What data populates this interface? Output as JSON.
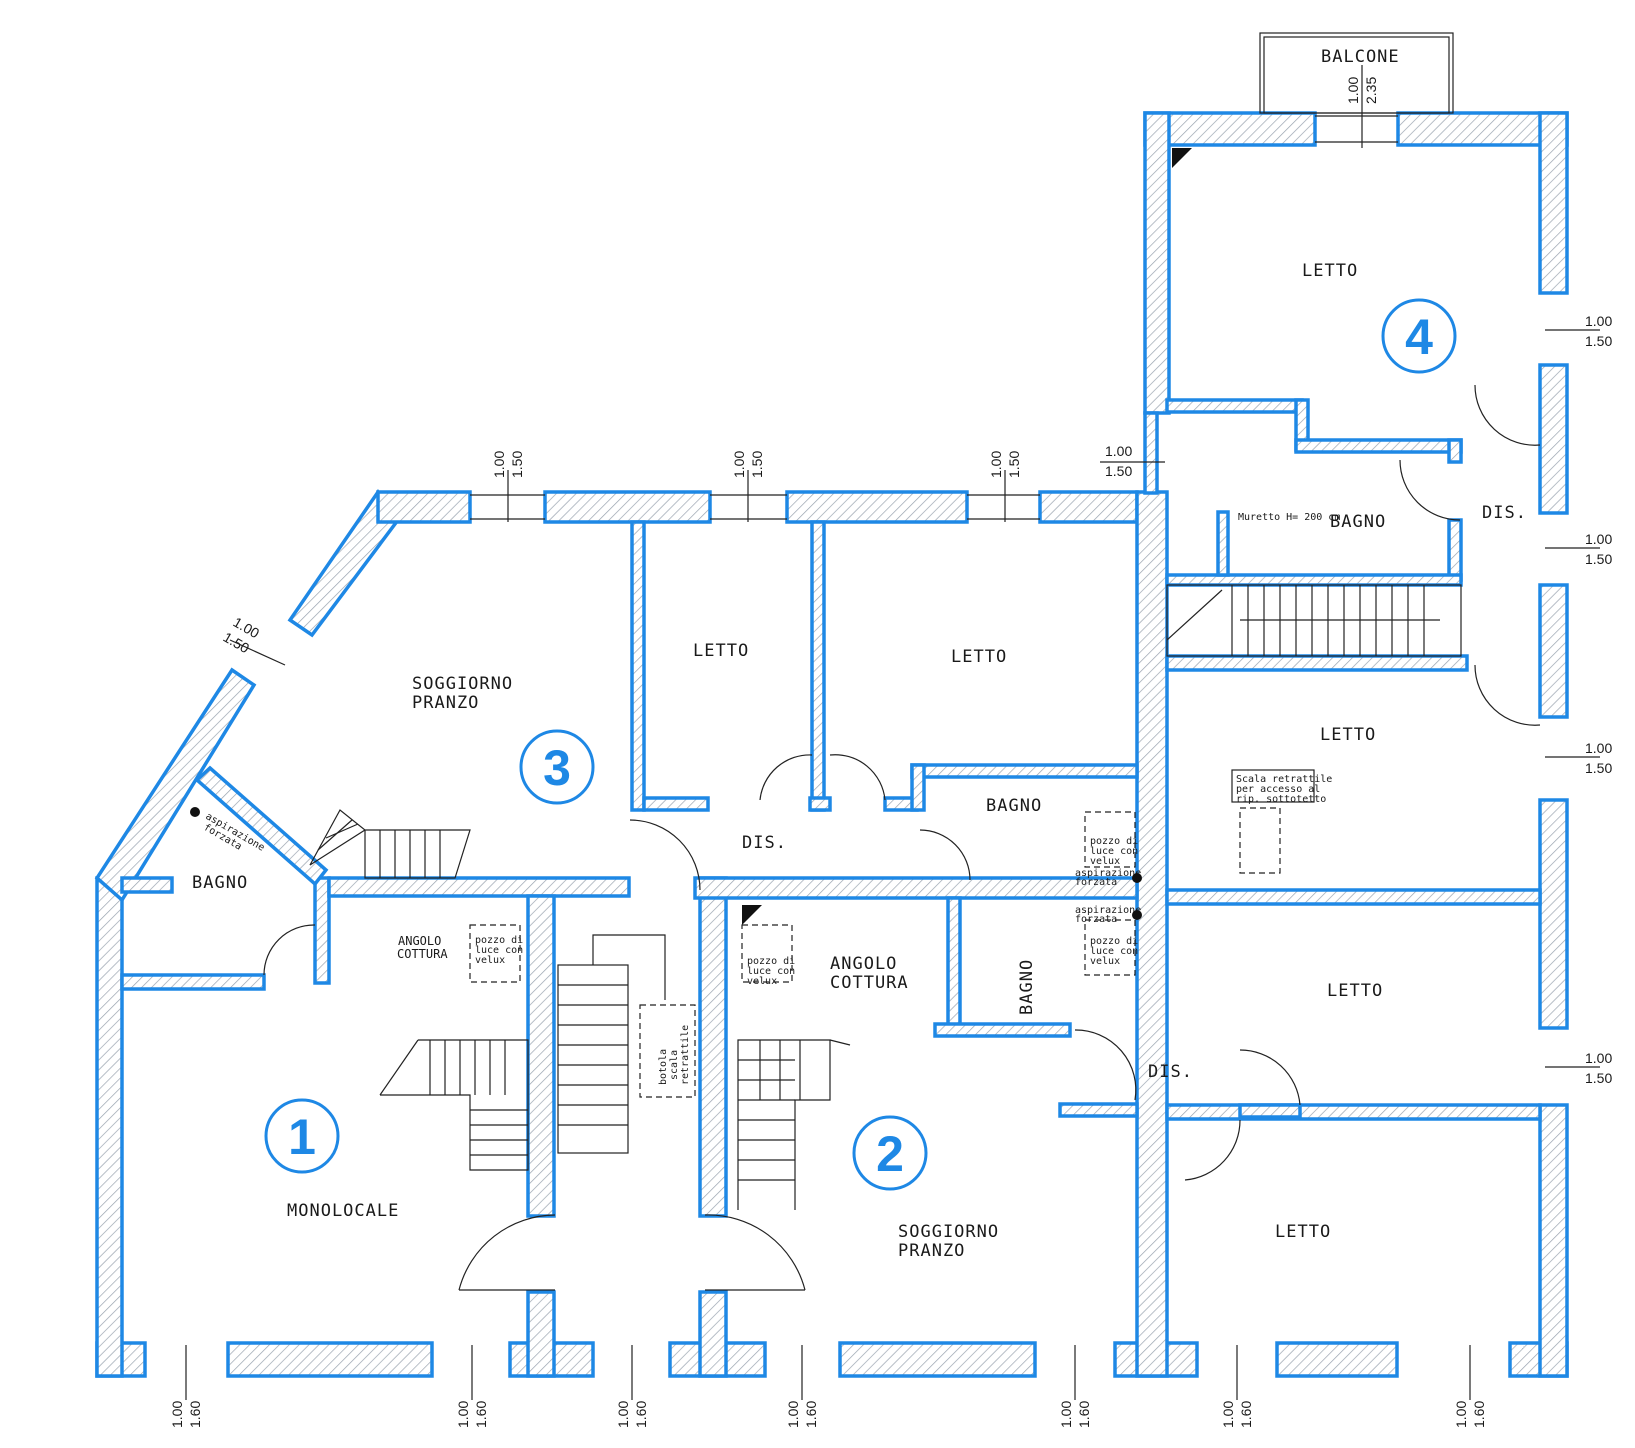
{
  "labels": {
    "balcone": "BALCONE",
    "letto": "LETTO",
    "bagno": "BAGNO",
    "dis": "DIS.",
    "soggiorno": "SOGGIORNO",
    "pranzo": "PRANZO",
    "angolo": "ANGOLO",
    "cottura": "COTTURA",
    "monolocale": "MONOLOCALE",
    "muretto": "Muretto H= 200 cm",
    "scala_1": "Scala retrattile",
    "scala_2": "per accesso al",
    "scala_3": "rip. sottotetto",
    "pozzo_1": "pozzo di",
    "pozzo_2": "luce con",
    "pozzo_3": "velux",
    "aspirazione": "aspirazione",
    "forzata": "forzata",
    "botola_1": "botola",
    "botola_2": "scala",
    "botola_3": "retrattile"
  },
  "units": {
    "u1": "1",
    "u2": "2",
    "u3": "3",
    "u4": "4"
  },
  "dims": {
    "d100": "1.00",
    "d150": "1.50",
    "d160": "1.60",
    "d235": "2.35"
  },
  "colors": {
    "wall_outline": "#1e88e5",
    "unit_number": "#1e88e5",
    "hatch": "#9aa4b0"
  }
}
